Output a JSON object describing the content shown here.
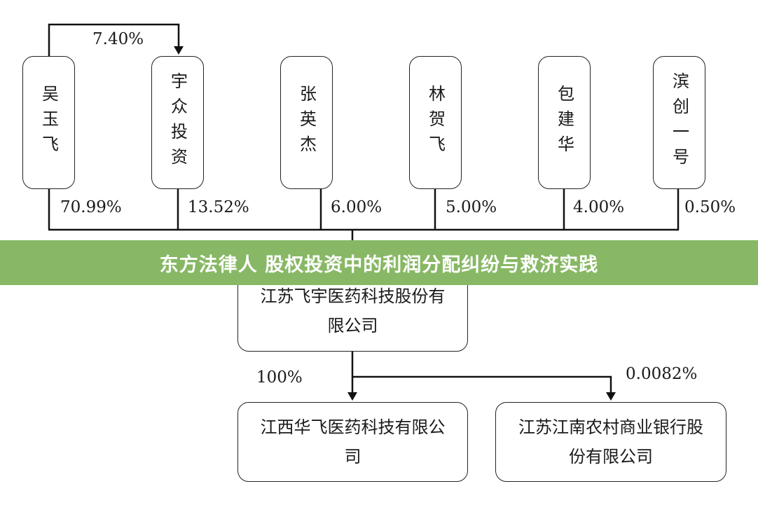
{
  "shareholders": [
    {
      "name": "吴玉飞",
      "share": "70.99%"
    },
    {
      "name": "宇众投资",
      "share": "13.52%"
    },
    {
      "name": "张英杰",
      "share": "6.00%"
    },
    {
      "name": "林贺飞",
      "share": "5.00%"
    },
    {
      "name": "包建华",
      "share": "4.00%"
    },
    {
      "name": "滨创一号",
      "share": "0.50%"
    }
  ],
  "cross_holding": {
    "from": "吴玉飞",
    "to": "宇众投资",
    "share": "7.40%"
  },
  "company": {
    "name": "江苏飞宇医药科技股份有限公司"
  },
  "subsidiaries": [
    {
      "name": "江西华飞医药科技有限公司",
      "share": "100%"
    },
    {
      "name": "江苏江南农村商业银行股份有限公司",
      "share": "0.0082%"
    }
  ],
  "banner": {
    "title": "东方法律人 股权投资中的利润分配纠纷与救济实践"
  }
}
